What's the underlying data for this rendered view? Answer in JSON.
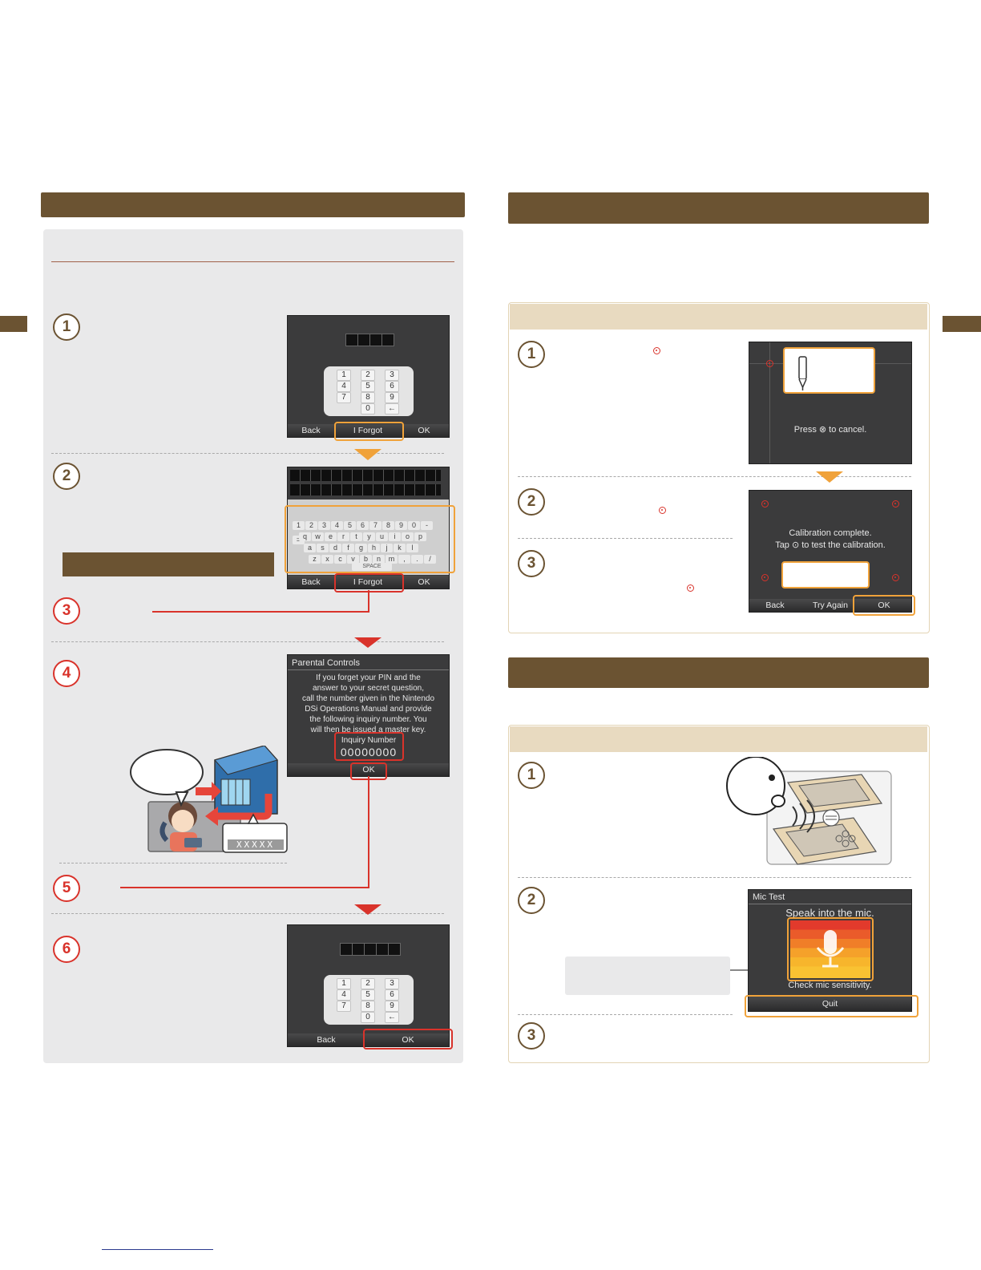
{
  "colors": {
    "header": "#6b5332",
    "accent_orange": "#f0a23a",
    "accent_red": "#d9332b",
    "panel": "#e9e9ea",
    "subheader": "#e8dac0"
  },
  "left": {
    "steps": [
      "1",
      "2",
      "3",
      "4",
      "5",
      "6"
    ],
    "screen1": {
      "keys": [
        "1",
        "2",
        "3",
        "4",
        "5",
        "6",
        "7",
        "8",
        "9",
        "0"
      ],
      "back": "Back",
      "forgot": "I Forgot",
      "ok": "OK"
    },
    "screen2": {
      "kb_rows": [
        [
          "1",
          "2",
          "3",
          "4",
          "5",
          "6",
          "7",
          "8",
          "9",
          "0",
          "-",
          "="
        ],
        [
          "q",
          "w",
          "e",
          "r",
          "t",
          "y",
          "u",
          "i",
          "o",
          "p"
        ],
        [
          "a",
          "s",
          "d",
          "f",
          "g",
          "h",
          "j",
          "k",
          "l"
        ],
        [
          "z",
          "x",
          "c",
          "v",
          "b",
          "n",
          "m",
          ",",
          ".",
          "/"
        ]
      ],
      "space": "SPACE",
      "back": "Back",
      "forgot": "I Forgot",
      "ok": "OK"
    },
    "screen4": {
      "title": "Parental Controls",
      "lines": [
        "If you forget your PIN and the",
        "answer to your secret question,",
        "call the number given in the Nintendo",
        "DSi Operations Manual and provide",
        "the following inquiry number. You",
        "will then be issued a master key."
      ],
      "inquiry_label": "Inquiry Number",
      "inquiry_value": "00000000",
      "ok": "OK"
    },
    "illustration": {
      "code": "XXXXX"
    },
    "screen6": {
      "keys": [
        "1",
        "2",
        "3",
        "4",
        "5",
        "6",
        "7",
        "8",
        "9",
        "0"
      ],
      "back": "Back",
      "ok": "OK"
    }
  },
  "right": {
    "calibration": {
      "steps": [
        "1",
        "2",
        "3"
      ],
      "screen1": {
        "cancel_text": "Press ⊗ to cancel."
      },
      "screen2": {
        "line1": "Calibration complete.",
        "line2": "Tap ⊙ to test the calibration.",
        "back": "Back",
        "try_again": "Try Again",
        "ok": "OK"
      }
    },
    "mic": {
      "steps": [
        "1",
        "2",
        "3"
      ],
      "screen": {
        "title": "Mic Test",
        "prompt": "Speak into the mic.",
        "sensitivity": "Check mic sensitivity.",
        "quit": "Quit"
      }
    }
  }
}
